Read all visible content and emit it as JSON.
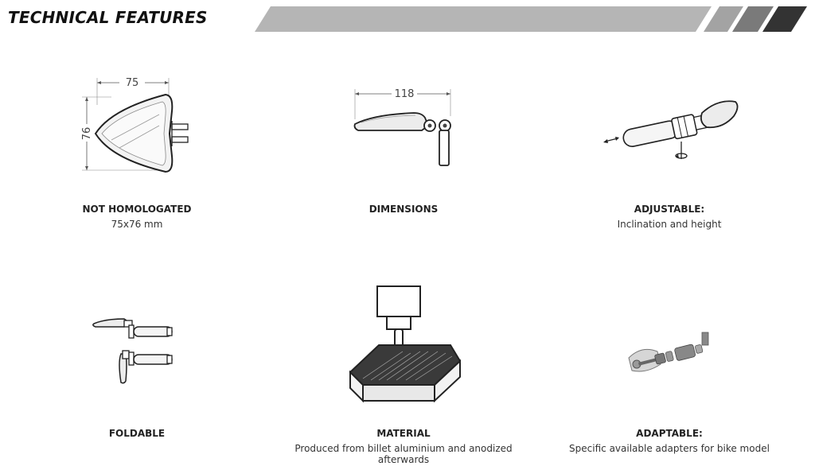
{
  "header": {
    "title": "TECHNICAL FEATURES"
  },
  "diagram_labels": {
    "width": "75",
    "height": "76",
    "length": "118"
  },
  "features": [
    {
      "title": "NOT HOMOLOGATED",
      "desc": "75x76 mm",
      "icon": "mirror-outline-dimensions-icon"
    },
    {
      "title": "DIMENSIONS",
      "desc": "",
      "icon": "mirror-side-length-icon"
    },
    {
      "title": "ADJUSTABLE:",
      "desc": "Inclination and height",
      "icon": "mirror-adjustable-icon"
    },
    {
      "title": "FOLDABLE",
      "desc": "",
      "icon": "mirror-foldable-icon"
    },
    {
      "title": "MATERIAL",
      "desc": "Produced from billet aluminium and anodized afterwards",
      "icon": "cnc-milling-icon"
    },
    {
      "title": "ADAPTABLE:",
      "desc": "Specific available adapters for bike model",
      "icon": "adapter-kit-icon"
    }
  ]
}
